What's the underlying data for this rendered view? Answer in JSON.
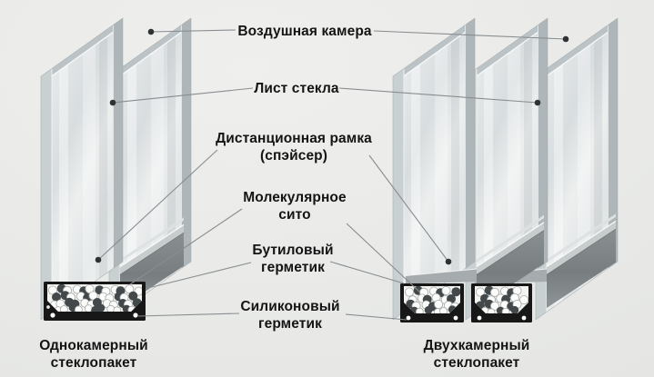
{
  "diagram": {
    "title_implicit": "",
    "labels": {
      "air_chamber": {
        "text": "Воздушная камера"
      },
      "glass_sheet": {
        "text": "Лист стекла"
      },
      "spacer_frame": {
        "line1": "Дистанционная рамка",
        "line2": "(спэйсер)"
      },
      "molecular_sieve": {
        "line1": "Молекулярное",
        "line2": "сито"
      },
      "butyl_sealant": {
        "line1": "Бутиловый",
        "line2": "герметик"
      },
      "silicone_sealant": {
        "line1": "Силиконовый",
        "line2": "герметик"
      }
    },
    "captions": {
      "single_chamber": {
        "line1": "Однокамерный",
        "line2": "стеклопакет",
        "pane_count": 2
      },
      "double_chamber": {
        "line1": "Двухкамерный",
        "line2": "стеклопакет",
        "pane_count": 3
      }
    },
    "colors": {
      "background": "#e8e9e7",
      "glass": "#e3e7e8",
      "glass_edge": "#aeb6b9",
      "spacer_bar": "#80868a",
      "section_box": "#171717",
      "sieve_ball_dark": "#43484a",
      "sieve_ball_light": "#fcfcfa",
      "leader_line": "#878d90",
      "text": "#141414"
    }
  }
}
